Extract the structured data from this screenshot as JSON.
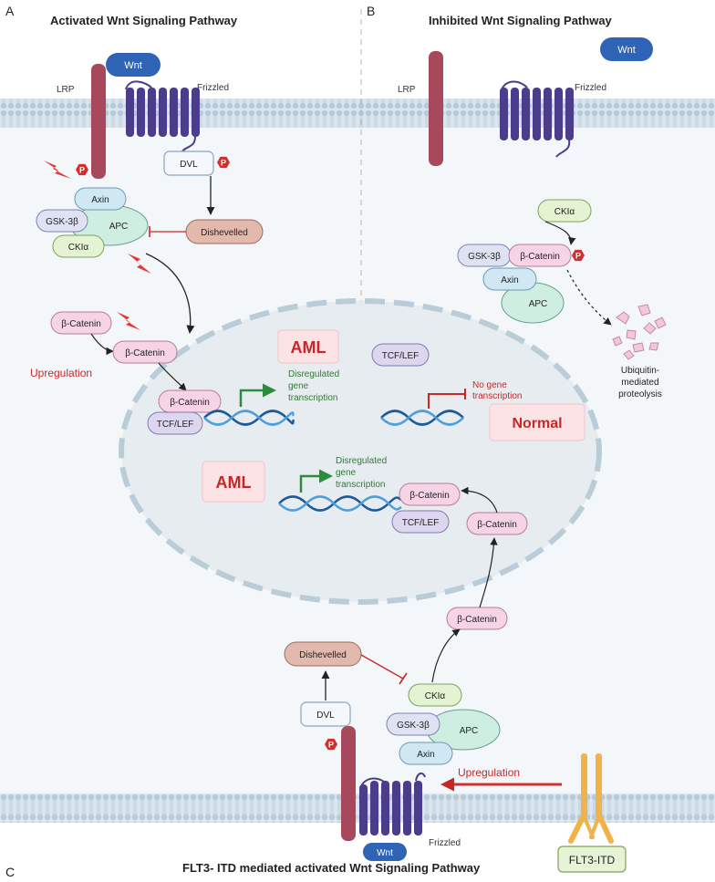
{
  "panels": {
    "a": {
      "letter": "A",
      "title": "Activated Wnt Signaling Pathway"
    },
    "b": {
      "letter": "B",
      "title": "Inhibited Wnt Signaling Pathway"
    },
    "c": {
      "letter": "C",
      "title": "FLT3- ITD mediated activated Wnt Signaling Pathway"
    }
  },
  "labels": {
    "lrp": "LRP",
    "frizzled": "Frizzled",
    "wnt": "Wnt",
    "dvl": "DVL",
    "p": "P",
    "dishevelled": "Dishevelled",
    "axin": "Axin",
    "gsk3b": "GSK-3β",
    "apc": "APC",
    "ck1a": "CKIα",
    "bcatenin": "β-Catenin",
    "tcflef": "TCF/LEF",
    "upregulation": "Upregulation",
    "aml": "AML",
    "normal": "Normal",
    "disregulated_lines": [
      "Disregulated",
      "gene",
      "transcription"
    ],
    "no_gene_lines": [
      "No gene",
      "transcription"
    ],
    "ubiquitin_lines": [
      "Ubiquitin-",
      "mediated",
      "proteolysis"
    ],
    "flt3itd": "FLT3-ITD"
  },
  "colors": {
    "membrane": "#c7d7e3",
    "wnt": "#2f63b6",
    "lrp": "#a8485c",
    "frizzled": "#4b3c8c",
    "nucleus": "#e4ebee",
    "p_badge": "#d32f2f",
    "lightning": "#e53935",
    "dna1": "#1e5a9a",
    "dna2": "#4fa0d8",
    "transcription_green": "#2e8b3e",
    "flt3": "#f0b24a"
  }
}
